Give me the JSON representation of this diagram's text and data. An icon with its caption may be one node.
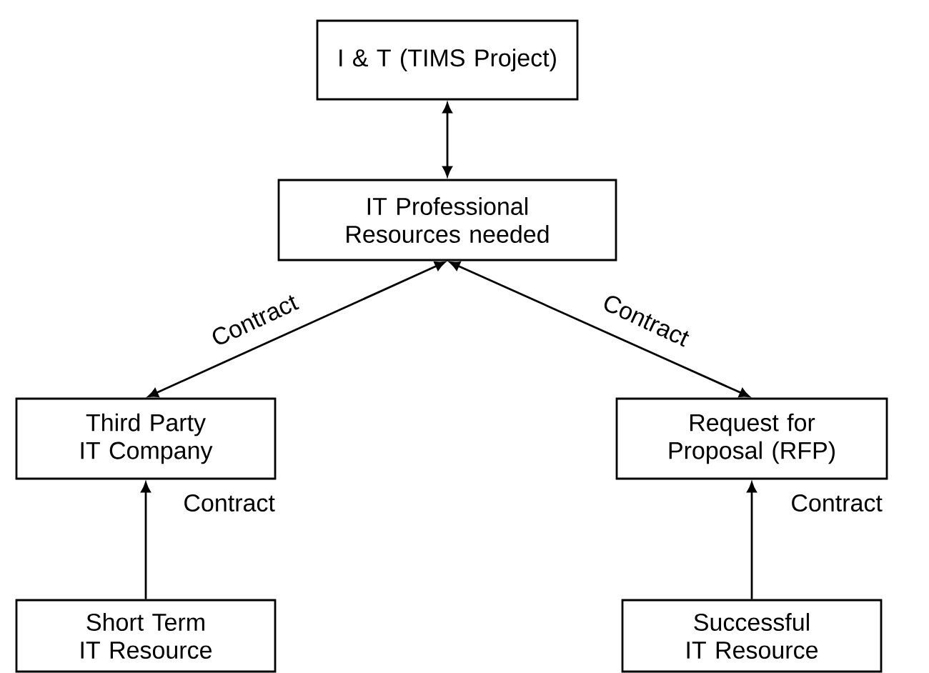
{
  "diagram": {
    "nodes": [
      {
        "text": [
          "I & T (TIMS Project)"
        ]
      },
      {
        "text": [
          "IT Professional Resources needed"
        ]
      },
      {
        "text": [
          "Third Party IT Company"
        ]
      },
      {
        "text": [
          "Request for Proposal (RFP)"
        ]
      },
      {
        "text": [
          "Short Term IT Resource"
        ]
      },
      {
        "text": [
          "Successful IT Resource"
        ]
      }
    ],
    "edges": [
      {
        "from": 0,
        "to": 1,
        "arrow": "both"
      },
      {
        "from": 2,
        "to": 1,
        "arrow": "both",
        "label": "Contract"
      },
      {
        "from": 1,
        "to": 3,
        "arrow": "both",
        "label": "Contract"
      },
      {
        "from": 4,
        "to": 2,
        "arrow": "to",
        "label": "Contract"
      },
      {
        "from": 5,
        "to": 3,
        "arrow": "to",
        "label": "Contract"
      }
    ]
  }
}
